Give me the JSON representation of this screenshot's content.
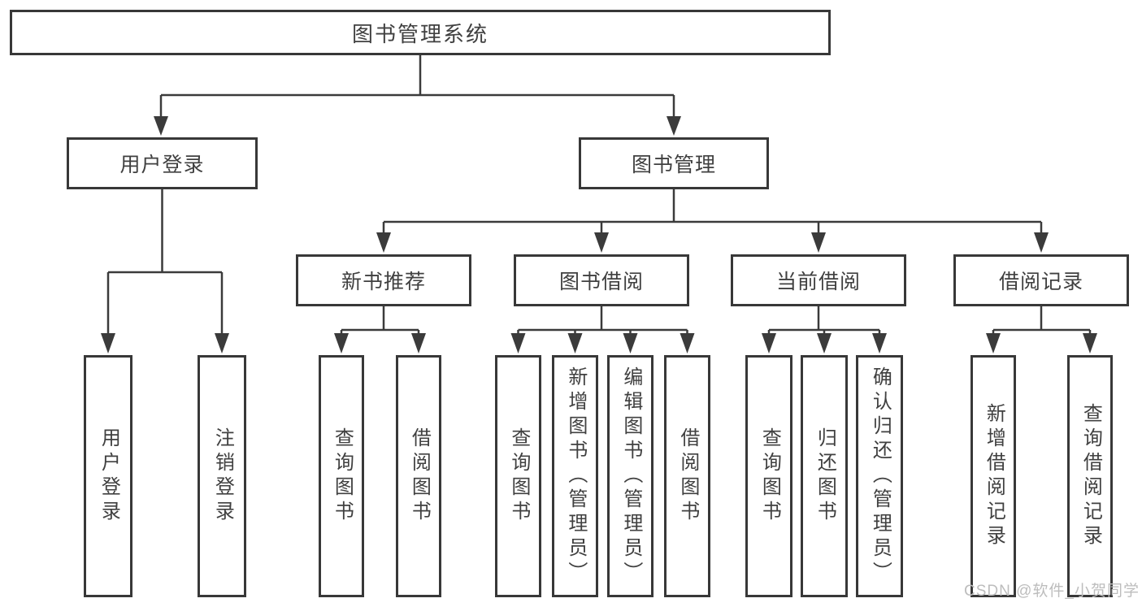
{
  "diagram": {
    "root": {
      "label": "图书管理系统",
      "children": [
        {
          "label": "用户登录",
          "children": [
            {
              "label": "用户登录"
            },
            {
              "label": "注销登录"
            }
          ]
        },
        {
          "label": "图书管理",
          "children": [
            {
              "label": "新书推荐",
              "children": [
                {
                  "label": "查询图书"
                },
                {
                  "label": "借阅图书"
                }
              ]
            },
            {
              "label": "图书借阅",
              "children": [
                {
                  "label": "查询图书"
                },
                {
                  "label": "新增图书（管理员）"
                },
                {
                  "label": "编辑图书（管理员）"
                },
                {
                  "label": "借阅图书"
                }
              ]
            },
            {
              "label": "当前借阅",
              "children": [
                {
                  "label": "查询图书"
                },
                {
                  "label": "归还图书"
                },
                {
                  "label": "确认归还（管理员）"
                }
              ]
            },
            {
              "label": "借阅记录",
              "children": [
                {
                  "label": "新增借阅记录"
                },
                {
                  "label": "查询借阅记录"
                }
              ]
            }
          ]
        }
      ]
    }
  },
  "watermark": {
    "text": "CSDN @软件_小贺同学",
    "color": "#bdbdbd"
  },
  "colors": {
    "line": "#3b3b3b",
    "border": "#383838",
    "text": "#404040",
    "background": "#ffffff"
  }
}
